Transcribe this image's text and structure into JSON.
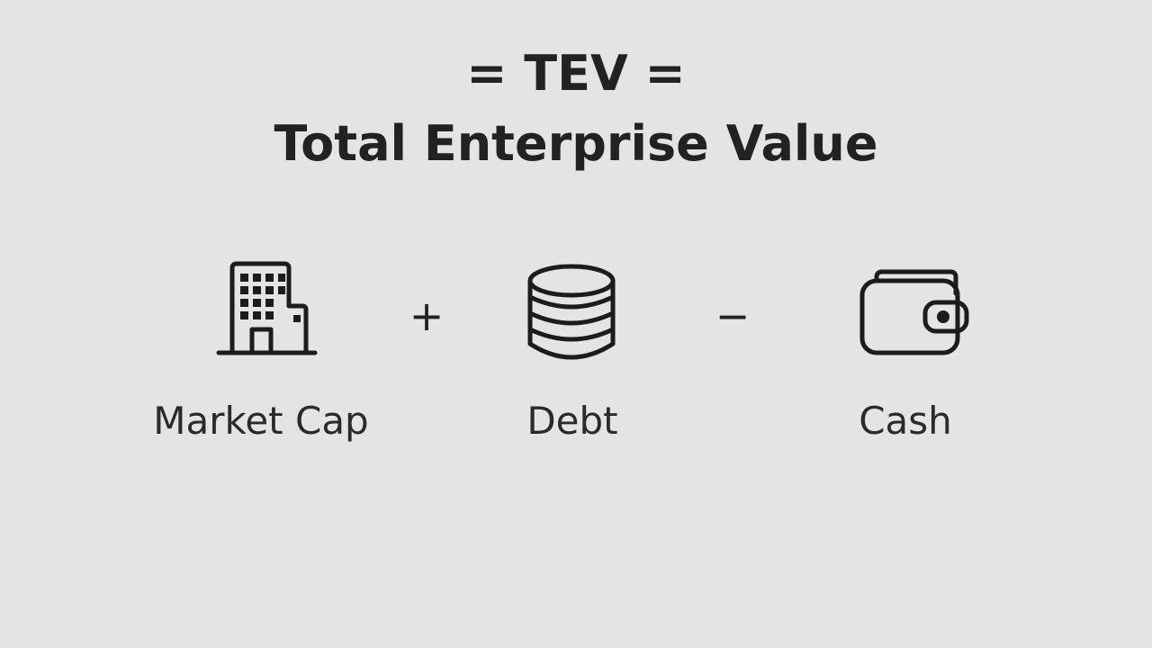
{
  "title": {
    "line1": "= TEV =",
    "line2": "Total Enterprise Value"
  },
  "formula": {
    "terms": [
      {
        "label": "Market Cap",
        "icon": "office-building-icon"
      },
      {
        "label": "Debt",
        "icon": "coin-stack-icon"
      },
      {
        "label": "Cash",
        "icon": "wallet-icon"
      }
    ],
    "operators": [
      "+",
      "−"
    ]
  },
  "colors": {
    "background": "#e4e4e5",
    "text": "#222222",
    "icon_stroke": "#1c1c1c"
  }
}
